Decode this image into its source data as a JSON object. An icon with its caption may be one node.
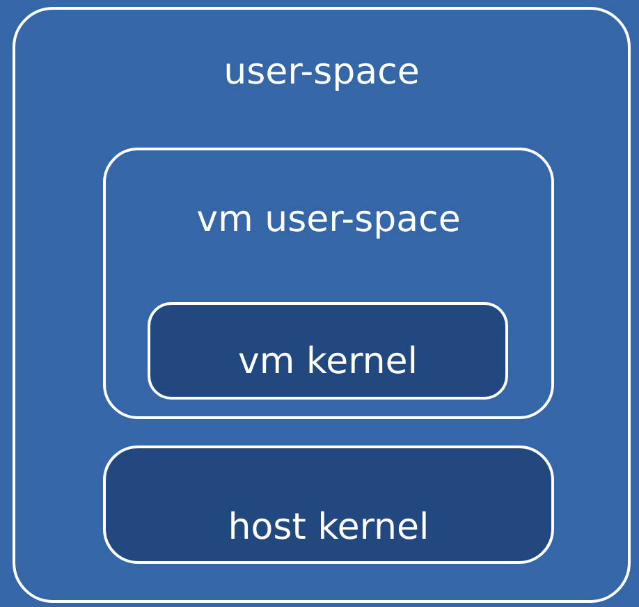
{
  "diagram": {
    "nodes": [
      {
        "text": [
          "user-space"
        ]
      },
      {
        "text": [
          "vm user-space"
        ],
        "in": 0
      },
      {
        "text": [
          "vm kernel"
        ],
        "in": 1
      },
      {
        "text": [
          "host kernel"
        ],
        "in": 0
      }
    ]
  }
}
